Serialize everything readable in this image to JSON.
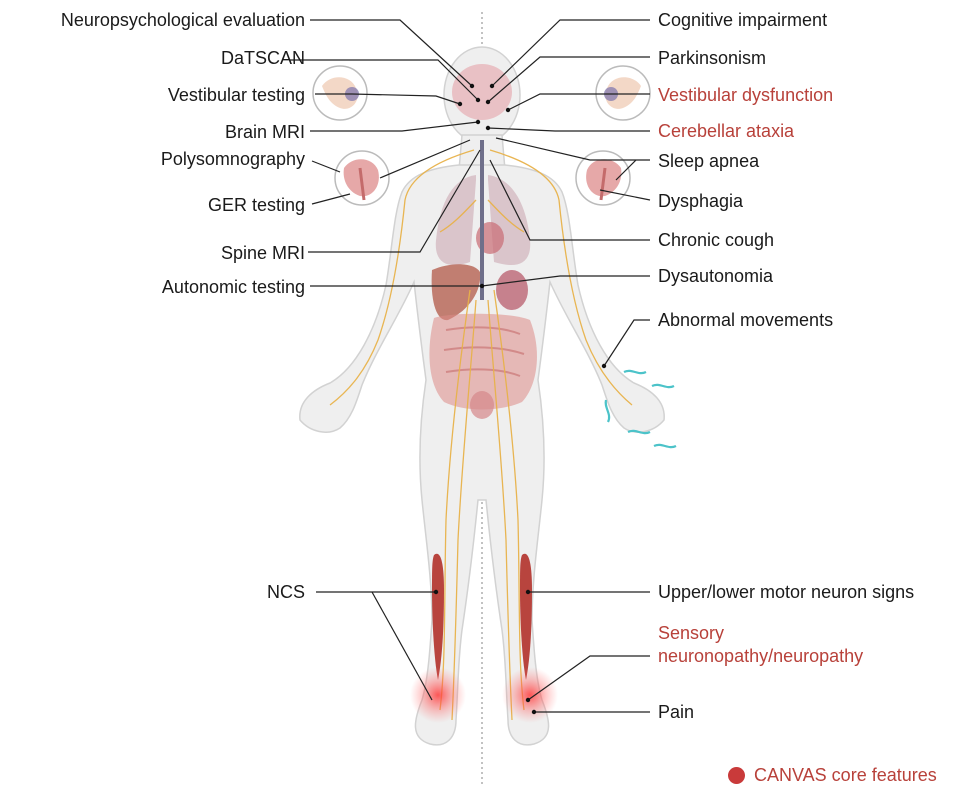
{
  "left_labels": [
    {
      "text": "Neuropsychological evaluation",
      "core": false
    },
    {
      "text": "DaTSCAN",
      "core": false
    },
    {
      "text": "Vestibular testing",
      "core": false
    },
    {
      "text": "Brain MRI",
      "core": false
    },
    {
      "text": "Polysomnography",
      "core": false
    },
    {
      "text": "GER testing",
      "core": false
    },
    {
      "text": "Spine MRI",
      "core": false
    },
    {
      "text": "Autonomic testing",
      "core": false
    },
    {
      "text": "NCS",
      "core": false
    }
  ],
  "right_labels": [
    {
      "text": "Cognitive impairment",
      "core": false
    },
    {
      "text": "Parkinsonism",
      "core": false
    },
    {
      "text": "Vestibular dysfunction",
      "core": true
    },
    {
      "text": "Cerebellar ataxia",
      "core": true
    },
    {
      "text": "Sleep apnea",
      "core": false
    },
    {
      "text": "Dysphagia",
      "core": false
    },
    {
      "text": "Chronic cough",
      "core": false
    },
    {
      "text": "Dysautonomia",
      "core": false
    },
    {
      "text": "Abnormal movements",
      "core": false
    },
    {
      "text": "Upper/lower motor neuron signs",
      "core": false
    },
    {
      "text": "Sensory",
      "core": true
    },
    {
      "text": "neuronopathy/neuropathy",
      "core": true
    },
    {
      "text": "Pain",
      "core": false
    }
  ],
  "legend": {
    "text": "CANVAS core features"
  },
  "colors": {
    "core_text": "#b8413a",
    "core_dot": "#c93a3a",
    "body_fill": "#efefef",
    "body_stroke": "#d4d4d4",
    "nerve": "#e8b24a",
    "organ": "#dc8a86",
    "lung": "#c9a3ad",
    "muscle": "#b8443e",
    "leader": "#222222"
  }
}
